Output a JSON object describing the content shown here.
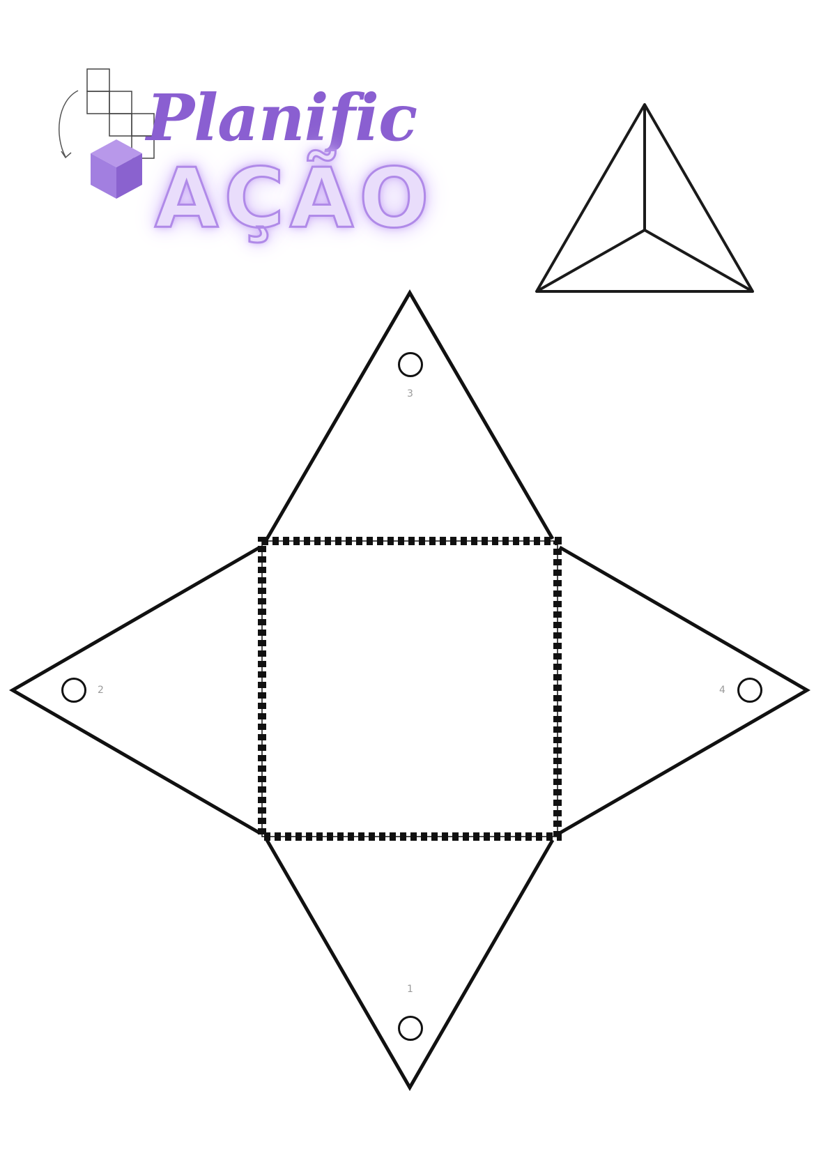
{
  "logo": {
    "script_text": "Planific",
    "neon_text": "AÇÃO",
    "colors": {
      "script": "#8a5fd1",
      "neon_fill": "#e9ddfb",
      "neon_stroke": "#b08ae8",
      "cube": "#9b72db"
    },
    "icons": [
      "cube-net-icon",
      "curved-arrow-icon",
      "cube-icon"
    ]
  },
  "faces": {
    "top": {
      "number": "3"
    },
    "left": {
      "number": "2"
    },
    "right": {
      "number": "4"
    },
    "bottom": {
      "number": "1"
    }
  },
  "colors": {
    "line": "#111111",
    "base_border": "#111111",
    "label": "#9a9a9a"
  }
}
